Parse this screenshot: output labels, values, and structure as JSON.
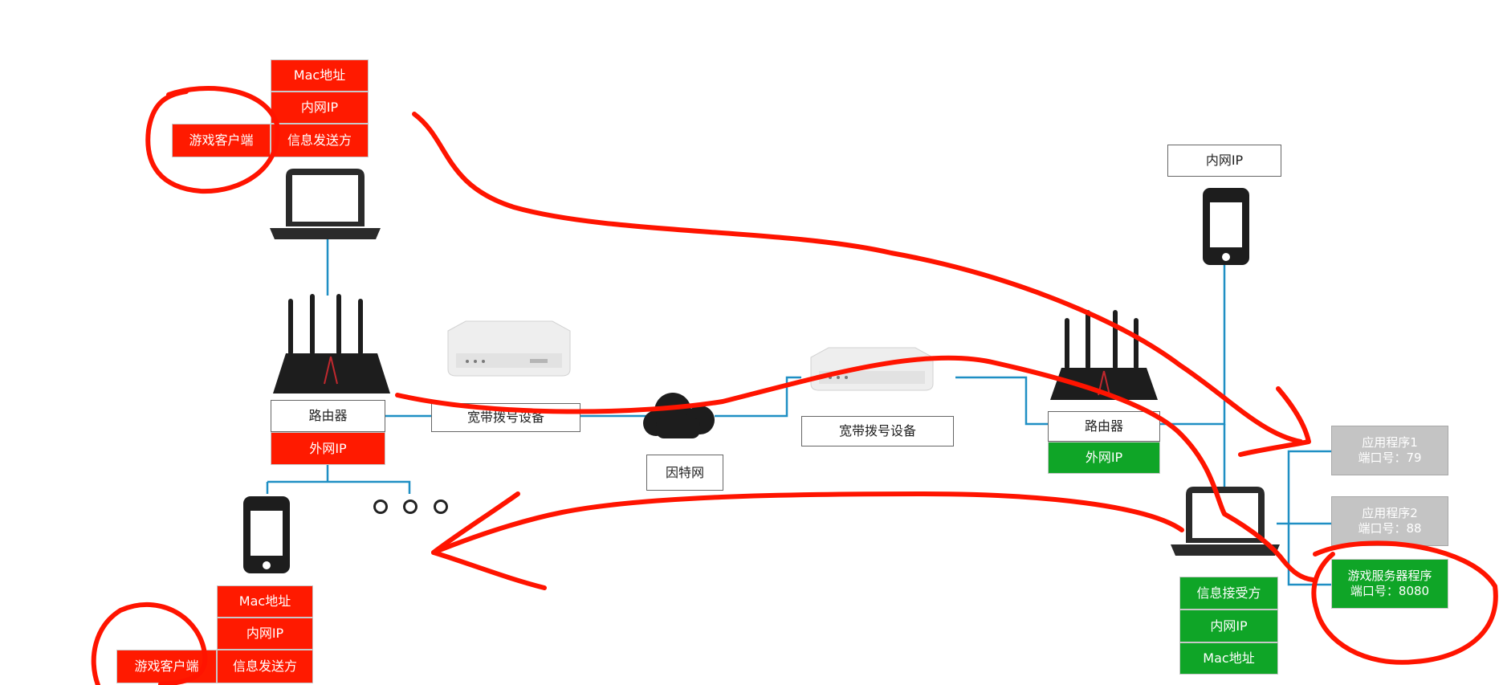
{
  "client_top": {
    "mac": "Mac地址",
    "ip": "内网IP",
    "sender": "信息发送方",
    "role": "游戏客户端"
  },
  "client_bottom": {
    "mac": "Mac地址",
    "ip": "内网IP",
    "sender": "信息发送方",
    "role": "游戏客户端"
  },
  "router_left": {
    "label": "路由器",
    "wan": "外网IP"
  },
  "modem_left": {
    "label": "宽带拨号设备"
  },
  "internet": {
    "label": "因特网"
  },
  "modem_right": {
    "label": "宽带拨号设备"
  },
  "router_right": {
    "label": "路由器",
    "wan": "外网IP"
  },
  "phone_right": {
    "ip": "内网IP"
  },
  "server": {
    "receiver": "信息接受方",
    "ip": "内网IP",
    "mac": "Mac地址"
  },
  "apps": [
    {
      "name": "应用程序1",
      "port": "端口号：79",
      "style": "gray"
    },
    {
      "name": "应用程序2",
      "port": "端口号：88",
      "style": "gray"
    },
    {
      "name": "游戏服务器程序",
      "port": "端口号：8080",
      "style": "green"
    }
  ],
  "colors": {
    "label_red": "#ff1a00",
    "label_green": "#0fa527",
    "label_gray": "#c4c4c4",
    "link_line": "#1f8fc4",
    "annotation_ink": "#ff1400"
  }
}
